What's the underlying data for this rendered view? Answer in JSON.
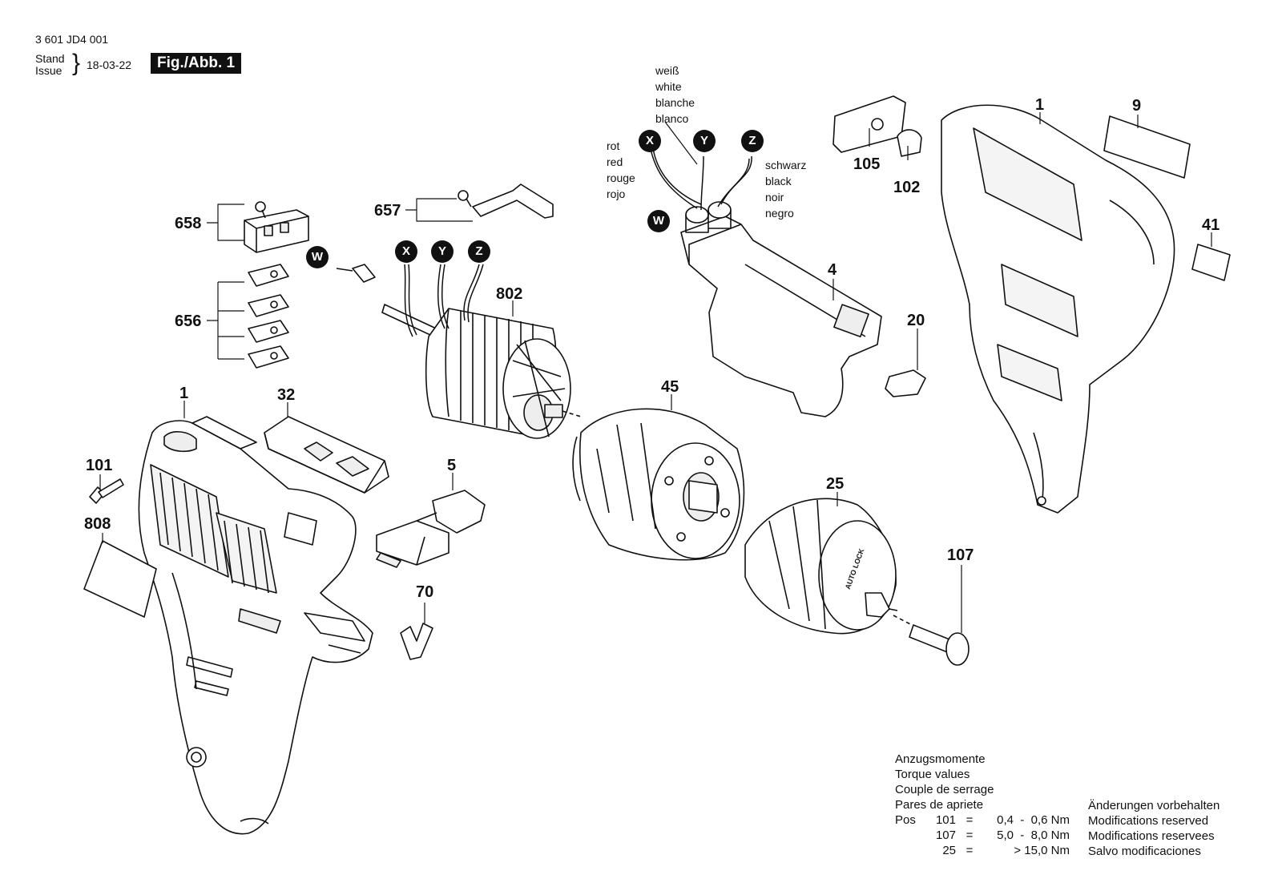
{
  "header": {
    "part_number": "3 601 JD4 001",
    "stand": "Stand",
    "issue": "Issue",
    "date": "18-03-22",
    "figure": "Fig./Abb. 1"
  },
  "wires": {
    "white_labels": [
      "weiß",
      "white",
      "blanche",
      "blanco"
    ],
    "red_labels": [
      "rot",
      "red",
      "rouge",
      "rojo"
    ],
    "black_labels": [
      "schwarz",
      "black",
      "noir",
      "negro"
    ],
    "connectors": [
      "X",
      "Y",
      "Z",
      "W"
    ]
  },
  "parts": {
    "p1_left": "1",
    "p1_right": "1",
    "p9": "9",
    "p41": "41",
    "p105": "105",
    "p102": "102",
    "p4": "4",
    "p20": "20",
    "p657": "657",
    "p658": "658",
    "p656": "656",
    "p802": "802",
    "p32": "32",
    "p101": "101",
    "p808": "808",
    "p5": "5",
    "p70": "70",
    "p45": "45",
    "p25": "25",
    "p107": "107"
  },
  "torque": {
    "lines": [
      "Anzugsmomente",
      "Torque values",
      "Couple de serrage",
      "Pares de apriete"
    ],
    "pos_label": "Pos",
    "rows": [
      {
        "pos": "101",
        "eq": "=",
        "value": "0,4  -  0,6 Nm"
      },
      {
        "pos": "107",
        "eq": "=",
        "value": "5,0  -  8,0 Nm"
      },
      {
        "pos": "25",
        "eq": "=",
        "value": "> 15,0 Nm"
      }
    ]
  },
  "notes": [
    "Änderungen vorbehalten",
    "Modifications reserved",
    "Modifications reservees",
    "Salvo modificaciones"
  ],
  "chuck_text": "AUTO LOCK"
}
